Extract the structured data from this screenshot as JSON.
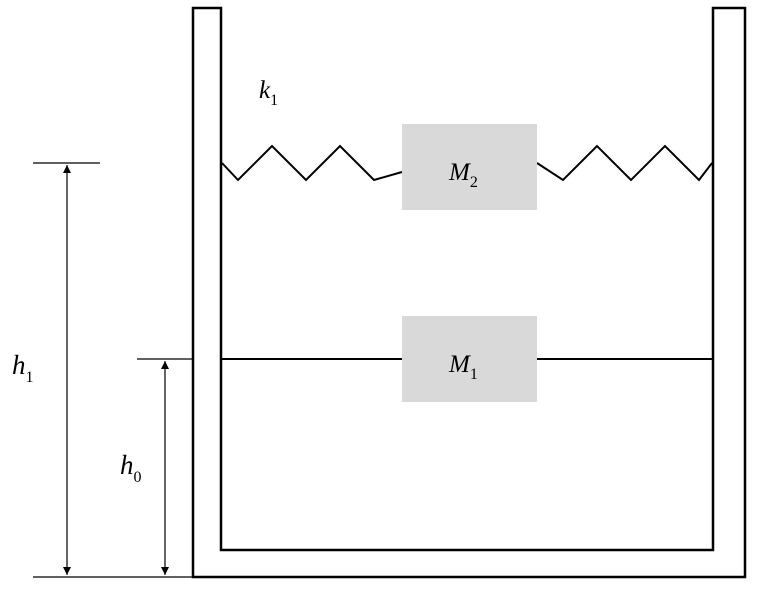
{
  "labels": {
    "spring": {
      "symbol": "k",
      "subscript": "1"
    },
    "mass_top": {
      "symbol": "M",
      "subscript": "2"
    },
    "mass_bottom": {
      "symbol": "M",
      "subscript": "1"
    },
    "height_total": {
      "symbol": "h",
      "subscript": "1"
    },
    "height_lower": {
      "symbol": "h",
      "subscript": "0"
    }
  },
  "colors": {
    "stroke": "#000000",
    "mass_fill": "#d9d9d9",
    "background": "#ffffff"
  }
}
